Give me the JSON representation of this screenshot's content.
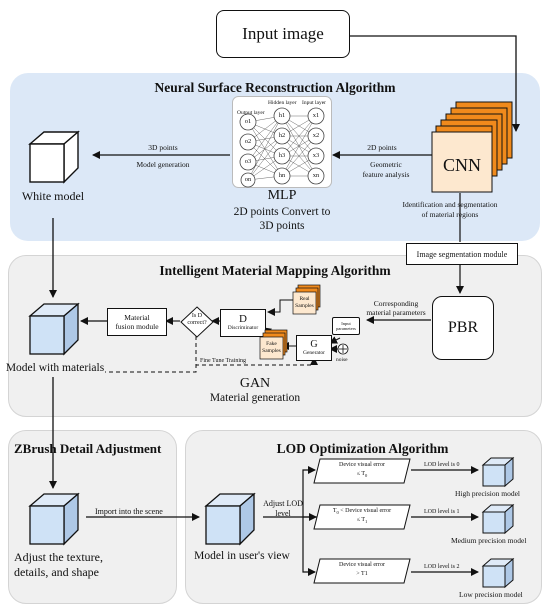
{
  "input_image": "Input image",
  "neural": {
    "title": "Neural Surface Reconstruction Algorithm",
    "cnn": "CNN",
    "mlp": "MLP",
    "mlp_caption_1": "2D points Convert to",
    "mlp_caption_2": "3D points",
    "output_layer": "Output layer",
    "hidden_layer": "Hidden layer",
    "input_layer": "Input layer",
    "out_nodes": [
      "o1",
      "o2",
      "o3",
      "on"
    ],
    "hid_nodes": [
      "h1",
      "h2",
      "h3",
      "hn"
    ],
    "in_nodes": [
      "x1",
      "x2",
      "x3",
      "xn"
    ],
    "points_2d": "2D points",
    "geo_1": "Geometric",
    "geo_2": "feature analysis",
    "points_3d": "3D points",
    "model_gen": "Model generation",
    "white_model": "White model",
    "ident_1": "Identification and segmentation",
    "ident_2": "of material regions"
  },
  "material": {
    "title": "Intelligent Material Mapping Algorithm",
    "seg_module": "Image segmentation module",
    "pbr": "PBR",
    "corr_1": "Corresponding",
    "corr_2": "material parameters",
    "model_with_materials": "Model with materials",
    "fusion_1": "Material",
    "fusion_2": "fusion module",
    "is_d_1": "Is D",
    "is_d_2": "correct?",
    "d_letter": "D",
    "d_name": "Discriminator",
    "g_letter": "G",
    "g_name": "Generator",
    "real_1": "Real",
    "real_2": "Samples",
    "fake_1": "Fake",
    "fake_2": "Samples",
    "input_param_1": "Input",
    "input_param_2": "parameters",
    "noise": "noise",
    "fine_tune": "Fine Tune Training",
    "gan": "GAN",
    "gan_caption": "Material generation"
  },
  "zbrush": {
    "title": "ZBrush Detail Adjustment",
    "import": "Import into the scene",
    "adjust_1": "Adjust the texture,",
    "adjust_2": "details, and shape"
  },
  "lod": {
    "title": "LOD Optimization Algorithm",
    "adjust_lod_1": "Adjust LOD",
    "adjust_lod_2": "level",
    "user_view": "Model in user's view",
    "c1_line1": "Device visual error",
    "c1_line2": "≤ T",
    "c1_sub": "0",
    "c2_pre": "T",
    "c2_sub": "0",
    "c2_line1": " < Device visual error",
    "c2_line2": "≤ T",
    "c2_sub2": "1",
    "c3_line1": "Device visual error",
    "c3_line2": "> T1",
    "lod0": "LOD level is 0",
    "lod1": "LOD level is 1",
    "lod2": "LOD level is 2",
    "high": "High precision model",
    "medium": "Medium precision model",
    "low": "Low precision model"
  },
  "colors": {
    "cube_face": "#cfe2f6",
    "cnn_stack": "#f08a1c",
    "cnn_front": "#fde8cf",
    "panel_blue": "#dce8f7",
    "panel_gray": "#f0f0f0"
  }
}
